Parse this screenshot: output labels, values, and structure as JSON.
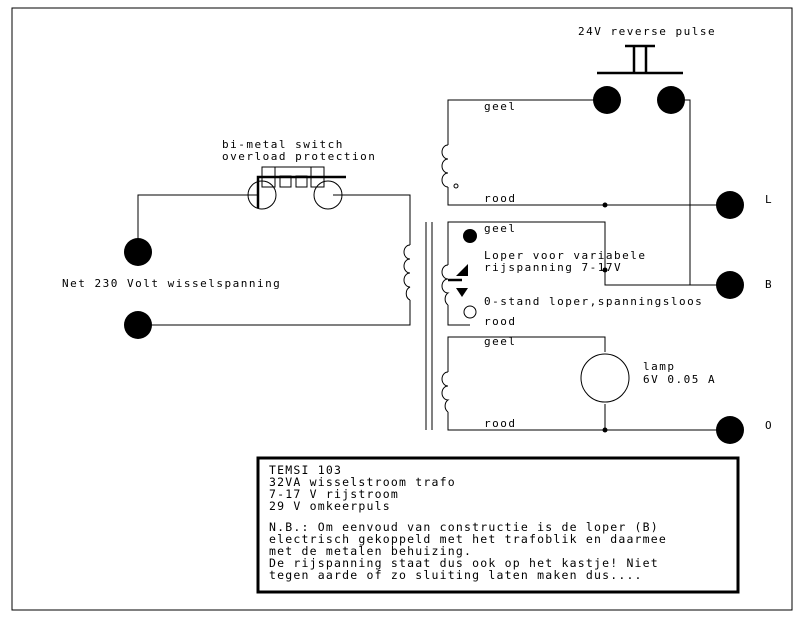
{
  "labels": {
    "reverse_pulse": "24V reverse pulse",
    "bimetal_1": "bi-metal switch",
    "bimetal_2": "overload protection",
    "mains": "Net 230 Volt wisselspanning",
    "geel_top": "geel",
    "rood_top": "rood",
    "geel_mid": "geel",
    "loper_1": "Loper voor variabele",
    "loper_2": "rijspanning 7-17V",
    "zero_stand": "0-stand loper,spanningsloos",
    "rood_mid": "rood",
    "geel_low": "geel",
    "lamp_1": "lamp",
    "lamp_2": "6V 0.05 A",
    "rood_low": "rood",
    "term_L": "L",
    "term_B": "B",
    "term_O": "O"
  },
  "notes": {
    "line1": "TEMSI 103",
    "line2": "32VA wisselstroom trafo",
    "line3": "7-17 V rijstroom",
    "line4": "29 V omkeerpuls",
    "line5": "N.B.: Om eenvoud van constructie is de loper (B)",
    "line6": "electrisch gekoppeld met het trafoblik en daarmee",
    "line7": "met de metalen behuizing.",
    "line8": "De rijspanning staat dus ook op het kastje! Niet",
    "line9": "tegen aarde of zo sluiting laten maken dus...."
  }
}
